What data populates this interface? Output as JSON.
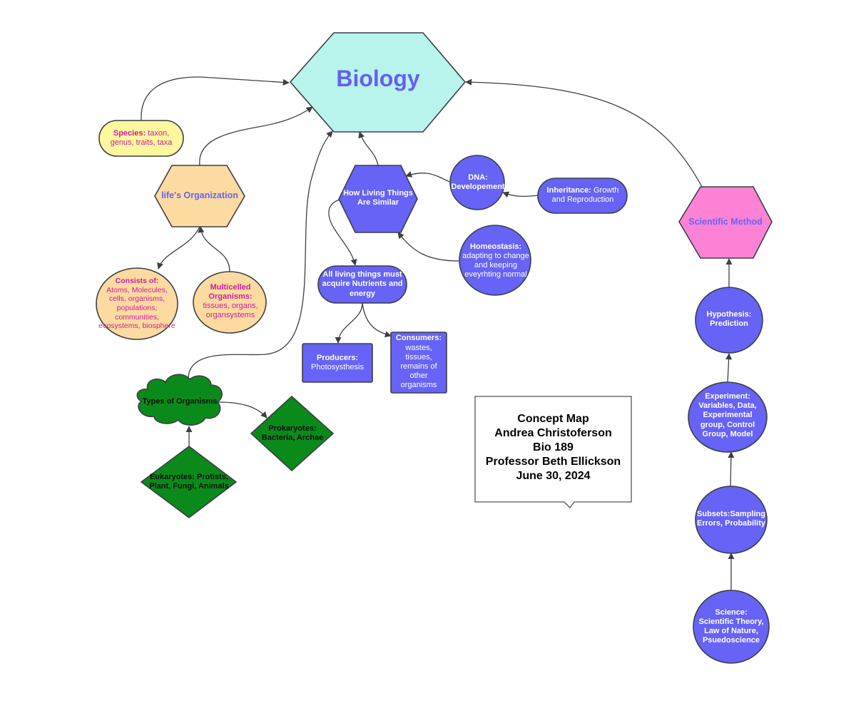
{
  "colors": {
    "biology_fill": "#b8f3ec",
    "purple": "#6663f6",
    "peach": "#fddba0",
    "yellow": "#fdf79d",
    "pink": "#fd82d5",
    "green": "#0a8a1a",
    "stroke": "#3b3f48"
  },
  "nodes": {
    "biology": {
      "title": "Biology"
    },
    "species": {
      "title": "Species:",
      "text": "taxon, genus, traits, taxa"
    },
    "lifes_org": {
      "title": "life's Organization"
    },
    "consists_of": {
      "title": "Consists of:",
      "text": "Atoms, Molecules, cells, organisms, populations, communities, ecosystems, biosphere"
    },
    "multicelled": {
      "title": "Multicelled Organisms:",
      "text": "tissues, organs, organsystems"
    },
    "how_similar": {
      "title": "How Living Things Are Similar"
    },
    "dna": {
      "title": "DNA: Developement"
    },
    "inheritance": {
      "title": "Inheritance:",
      "text": "Growth and Reproduction"
    },
    "homeostasis": {
      "title": "Homeostasis:",
      "text": "adapting to change and keeping eveyrhting normal"
    },
    "nutrients": {
      "title": "All living things must acquire Nutrients and energy"
    },
    "producers": {
      "title": "Producers:",
      "text": "Photosysthesis"
    },
    "consumers": {
      "title": "Consumers:",
      "text": "wastes, tissues, remains of other organisms"
    },
    "types": {
      "title": "Types of Organisms"
    },
    "prokaryotes": {
      "title": "Prokaryotes: Bacteria, Archae"
    },
    "eukaryotes": {
      "title": "Eukaryotes: Protists, Plant, Fungi, Animals"
    },
    "sci_method": {
      "title": "Scientific Method"
    },
    "hypothesis": {
      "title": "Hypothesis: Prediction"
    },
    "experiment": {
      "title": "Experiment: Variables, Data, Experimental group, Control Group, Model"
    },
    "subsets": {
      "title": "Subsets:Sampling Errors, Probability"
    },
    "science": {
      "title": "Science: Scientific Theory, Law of Nature, Psuedoscience"
    }
  },
  "note": {
    "line1": "Concept Map",
    "line2": "Andrea Christoferson",
    "line3": "Bio 189",
    "line4": "Professor Beth Ellickson",
    "line5": "June 30, 2024"
  }
}
